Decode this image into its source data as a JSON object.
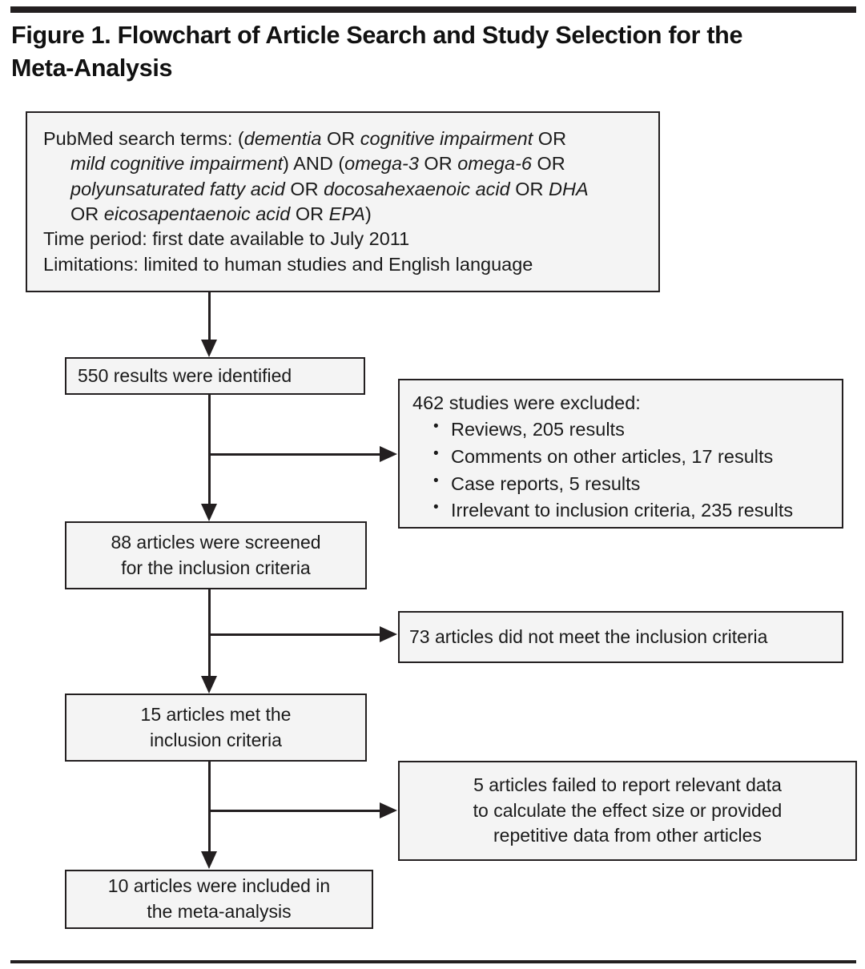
{
  "figure": {
    "title_line1": "Figure 1. Flowchart of Article Search and Study Selection for the",
    "title_line2": "Meta-Analysis"
  },
  "search_box": {
    "line1_prefix": "PubMed search terms: (",
    "line1_i1": "dementia",
    "line1_mid1": " OR ",
    "line1_i2": "cognitive impairment",
    "line1_suffix": " OR",
    "line2_i1": "mild cognitive impairment",
    "line2_mid1": ") AND (",
    "line2_i2": "omega-3",
    "line2_mid2": " OR ",
    "line2_i3": "omega-6",
    "line2_suffix": " OR",
    "line3_i1": "polyunsaturated fatty acid",
    "line3_mid1": " OR ",
    "line3_i2": "docosahexaenoic acid",
    "line3_mid2": " OR ",
    "line3_i3": "DHA",
    "line4_prefix": "OR ",
    "line4_i1": "eicosapentaenoic acid",
    "line4_mid1": " OR ",
    "line4_i2": "EPA",
    "line4_suffix": ")",
    "line5": "Time period: first date available to July 2011",
    "line6": "Limitations: limited to human studies and English language"
  },
  "nodes": {
    "identified": "550 results were identified",
    "screened_line1": "88 articles were screened",
    "screened_line2": "for the inclusion criteria",
    "met_line1": "15 articles met the",
    "met_line2": "inclusion criteria",
    "included_line1": "10 articles were included in",
    "included_line2": "the meta-analysis"
  },
  "excluded_box": {
    "header": "462 studies were excluded:",
    "items": [
      "Reviews, 205 results",
      "Comments on other articles, 17 results",
      "Case reports, 5 results",
      "Irrelevant to inclusion criteria, 235 results"
    ]
  },
  "not_met_box": {
    "text": "73 articles did not meet the inclusion criteria"
  },
  "failed_box": {
    "line1": "5 articles failed to report relevant data",
    "line2": "to calculate the effect size or provided",
    "line3": "repetitive data from other articles"
  },
  "colors": {
    "ink": "#231f20",
    "box_fill": "#f4f4f4",
    "page": "#ffffff"
  }
}
